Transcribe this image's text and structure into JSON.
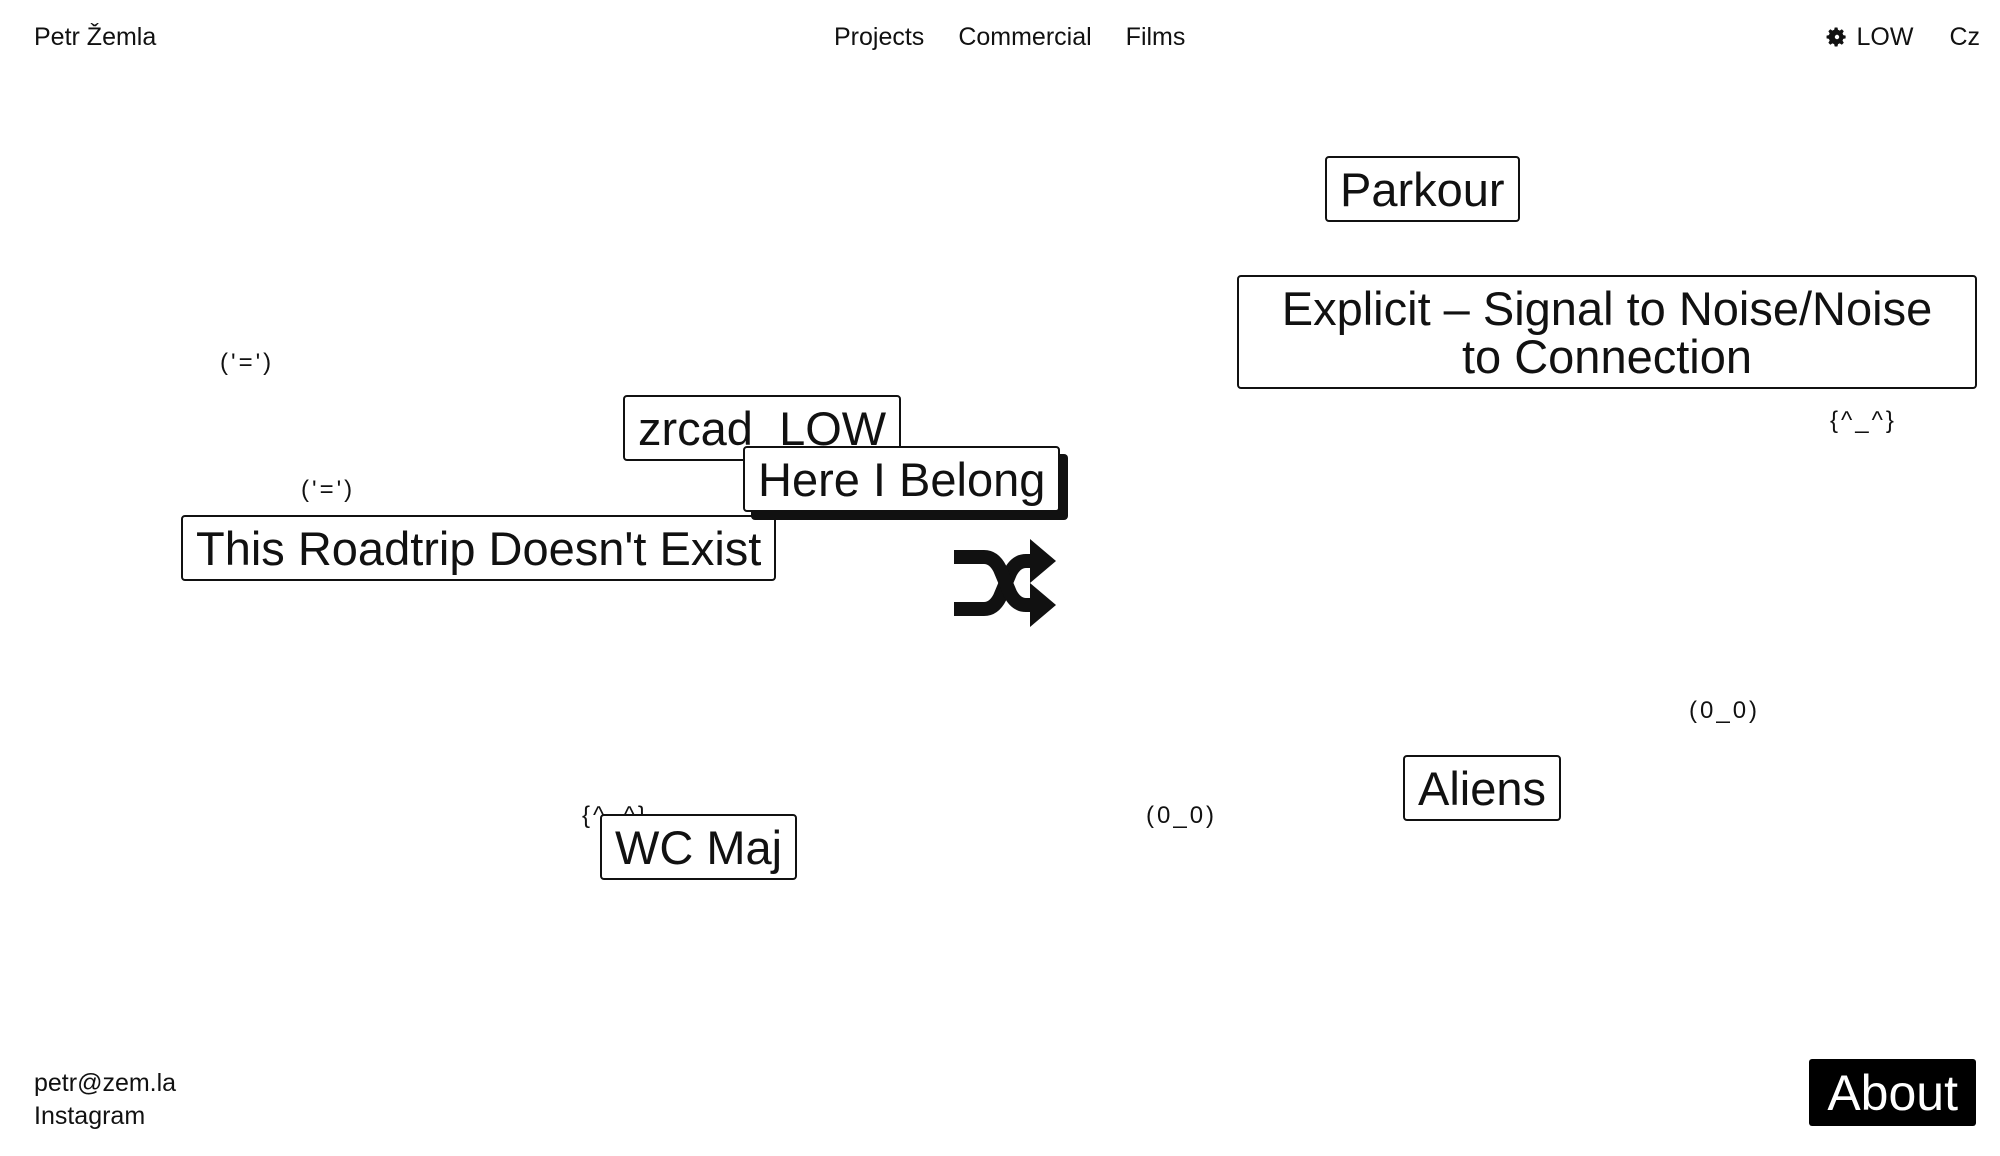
{
  "header": {
    "site_name": "Petr Žemla",
    "nav": [
      "Projects",
      "Commercial",
      "Films"
    ],
    "quality_label": "LOW",
    "quality_icon": "gear-icon",
    "language": "Cz"
  },
  "projects": [
    "Parkour",
    "Explicit – Signal to Noise/Noise to Connection",
    "zrcad_LOW",
    "Here I Belong",
    "This Roadtrip Doesn't Exist",
    "Aliens",
    "WC Maj"
  ],
  "emoticons": [
    "('=')",
    "('=')",
    "{^_^}",
    "(0_0)",
    "(0_0)",
    "{^_^}"
  ],
  "shuffle_icon": "shuffle-icon",
  "footer": {
    "email": "petr@zem.la",
    "instagram": "Instagram",
    "about": "About"
  },
  "colors": {
    "text": "#111111",
    "background": "#ffffff",
    "button": "#000000"
  }
}
